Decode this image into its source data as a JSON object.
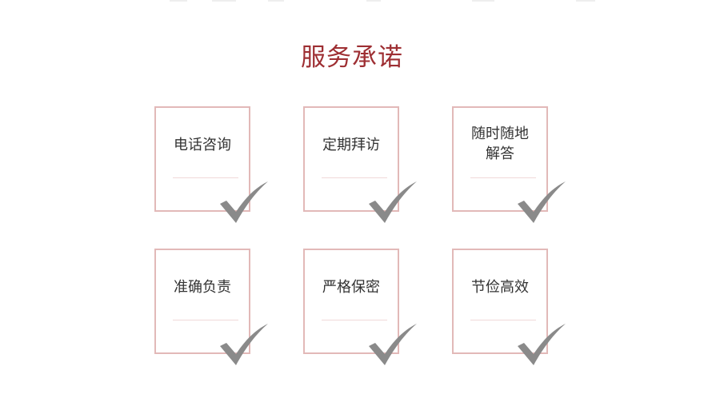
{
  "section": {
    "title": "服务承诺"
  },
  "cards": [
    {
      "label": "电话咨询"
    },
    {
      "label": "定期拜访"
    },
    {
      "label": "随时随地\n解答"
    },
    {
      "label": "准确负责"
    },
    {
      "label": "严格保密"
    },
    {
      "label": "节俭高效"
    }
  ],
  "colors": {
    "title": "#9e2f33",
    "card_border": "#e2b9b8",
    "divider": "#f0d9d9",
    "check": "#8a8a8a",
    "text": "#333333"
  },
  "icons": {
    "check": "check-icon"
  }
}
